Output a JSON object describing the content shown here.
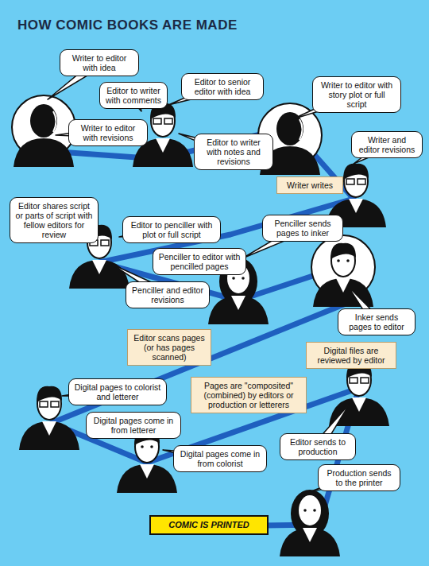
{
  "diagram": {
    "title": "HOW COMIC BOOKS ARE MADE",
    "nodes": [
      {
        "text": [
          "Writer to editor with idea"
        ]
      },
      {
        "text": [
          "Editor to writer with comments"
        ]
      },
      {
        "text": [
          "Writer to editor with revisions"
        ]
      },
      {
        "text": [
          "Editor to senior editor with idea"
        ]
      },
      {
        "text": [
          "Editor to writer with notes and revisions"
        ]
      },
      {
        "text": [
          "Writer to editor with story plot or full script"
        ]
      },
      {
        "text": [
          "Writer and editor revisions"
        ]
      },
      {
        "text": [
          "Writer writes"
        ]
      },
      {
        "text": [
          "Editor shares script or parts of script with fellow editors for review"
        ]
      },
      {
        "text": [
          "Editor to penciller with plot or full script"
        ]
      },
      {
        "text": [
          "Penciller sends pages to inker"
        ]
      },
      {
        "text": [
          "Penciller to editor with pencilled pages"
        ]
      },
      {
        "text": [
          "Penciller and editor revisions"
        ]
      },
      {
        "text": [
          "Inker sends pages to editor"
        ]
      },
      {
        "text": [
          "Editor scans pages (or has pages scanned)"
        ]
      },
      {
        "text": [
          "Digital files are reviewed by editor"
        ]
      },
      {
        "text": [
          "Pages are \"composited\" (combined) by editors or production or letterers"
        ]
      },
      {
        "text": [
          "Digital pages to colorist and letterer"
        ]
      },
      {
        "text": [
          "Digital pages come in from letterer"
        ]
      },
      {
        "text": [
          "Editor sends to production"
        ]
      },
      {
        "text": [
          "Digital pages come in from colorist"
        ]
      },
      {
        "text": [
          "Production sends to the printer"
        ]
      },
      {
        "text": [
          "COMIC IS PRINTED"
        ]
      }
    ]
  }
}
